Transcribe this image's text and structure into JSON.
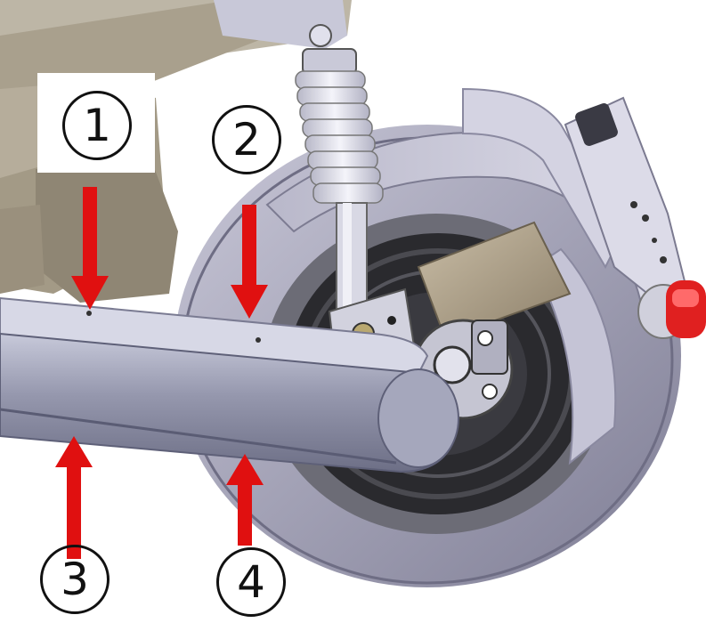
{
  "markers": [
    {
      "id": "1",
      "label": "1"
    },
    {
      "id": "2",
      "label": "2"
    },
    {
      "id": "3",
      "label": "3"
    },
    {
      "id": "4",
      "label": "4"
    }
  ],
  "colors": {
    "arrow": "#e01010",
    "tire": "#9a98ad",
    "arm": "#8d8fa6",
    "spring": "#e6e6ef",
    "tan": "#b2a48c",
    "reflector": "#e02020"
  }
}
